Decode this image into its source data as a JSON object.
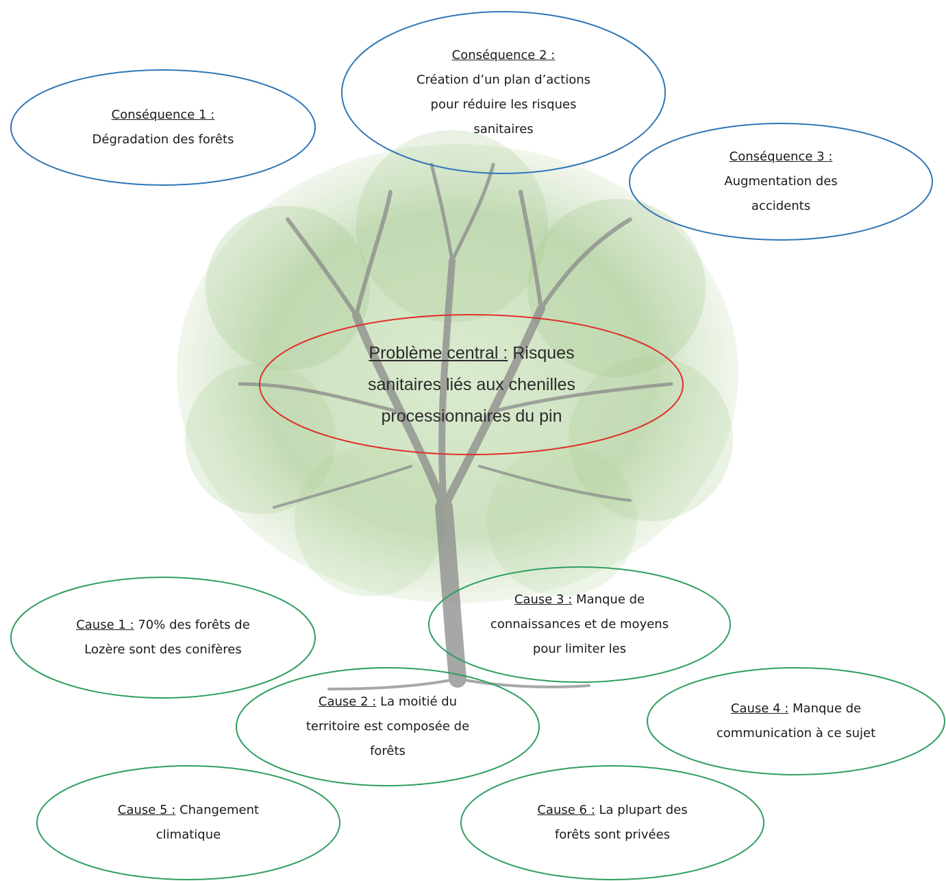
{
  "colors": {
    "consequence_stroke": "#2e75b6",
    "cause_stroke": "#2e9e5e",
    "central_stroke": "#e0302c",
    "foliage": "#8fbf7a",
    "trunk": "#8a8a8a"
  },
  "central": {
    "label": "Problème central :",
    "text": "Risques sanitaires liés aux chenilles processionnaires du pin"
  },
  "consequences": [
    {
      "label": "Conséquence 1 :",
      "text": "Dégradation des forêts"
    },
    {
      "label": "Conséquence 2 :",
      "text": "Création d’un plan d’actions pour réduire les risques sanitaires"
    },
    {
      "label": "Conséquence 3 :",
      "text": "Augmentation des accidents"
    }
  ],
  "causes": [
    {
      "label": "Cause 1 :",
      "text": "70% des forêts de Lozère sont des conifères"
    },
    {
      "label": "Cause 2 :",
      "text": "La moitié du territoire est composée de forêts"
    },
    {
      "label": "Cause 3 :",
      "text": "Manque de connaissances et de moyens pour limiter les"
    },
    {
      "label": "Cause 4 :",
      "text": "Manque de communication à ce sujet"
    },
    {
      "label": "Cause 5 :",
      "text": "Changement climatique"
    },
    {
      "label": "Cause 6 :",
      "text": "La plupart des forêts sont privées"
    }
  ]
}
